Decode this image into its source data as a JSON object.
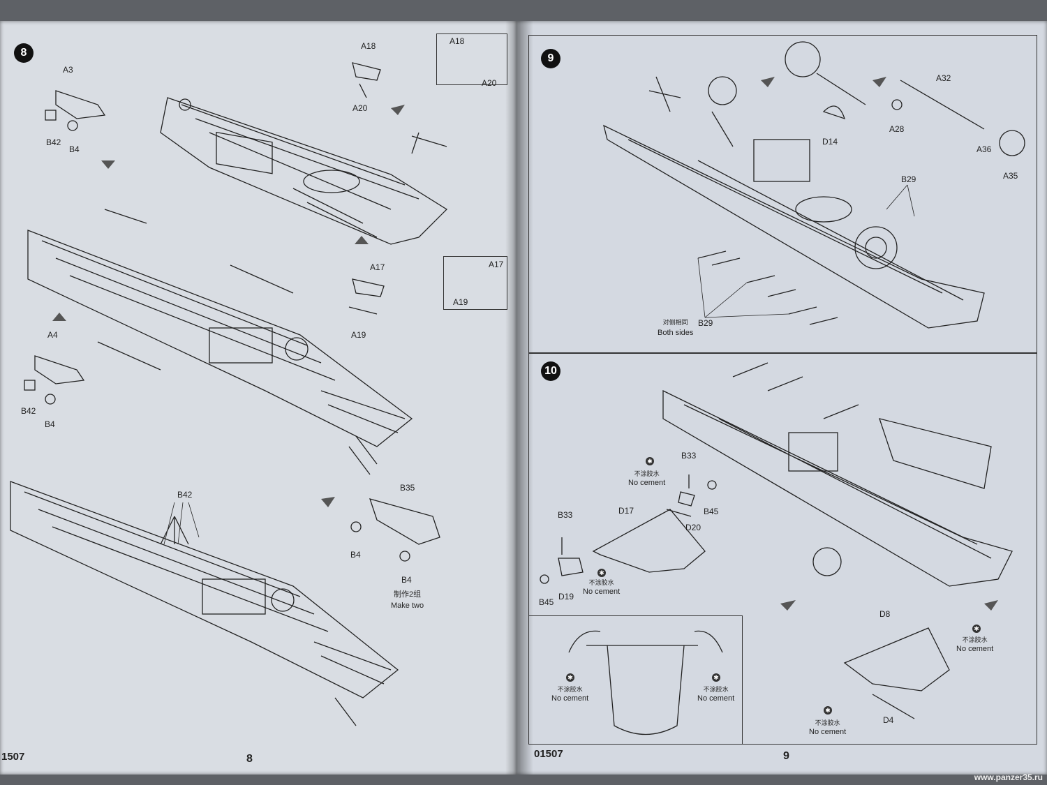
{
  "left_page": {
    "step": "8",
    "page_number": "8",
    "code": "1507",
    "labels": {
      "a3": "A3",
      "b42_top": "B42",
      "b4_top": "B4",
      "a18_main": "A18",
      "a20_main": "A20",
      "a18_box": "A18",
      "a20_box": "A20",
      "a17_main": "A17",
      "a19_main": "A19",
      "a17_box": "A17",
      "a19_box": "A19",
      "a4": "A4",
      "b42_mid": "B42",
      "b4_mid": "B4",
      "b42_bottom": "B42",
      "b35": "B35",
      "b4_bottom1": "B4",
      "b4_bottom2": "B4"
    },
    "make_two_cn": "制作2组",
    "make_two_en": "Make two"
  },
  "right_page": {
    "step9": "9",
    "step10": "10",
    "page_number": "9",
    "code": "01507",
    "labels": {
      "d14": "D14",
      "a28": "A28",
      "a32": "A32",
      "a36": "A36",
      "a35": "A35",
      "b29_top": "B29",
      "b29_bottom": "B29",
      "b33_top": "B33",
      "b45_top": "B45",
      "d20": "D20",
      "d17": "D17",
      "b33_left": "B33",
      "b45_left": "B45",
      "d19": "D19",
      "d8": "D8",
      "d4": "D4"
    },
    "both_sides_cn": "对侧相同",
    "both_sides_en": "Both sides",
    "no_cement_cn": "不涂胶水",
    "no_cement_en": "No cement"
  },
  "watermark": "www.panzer35.ru"
}
